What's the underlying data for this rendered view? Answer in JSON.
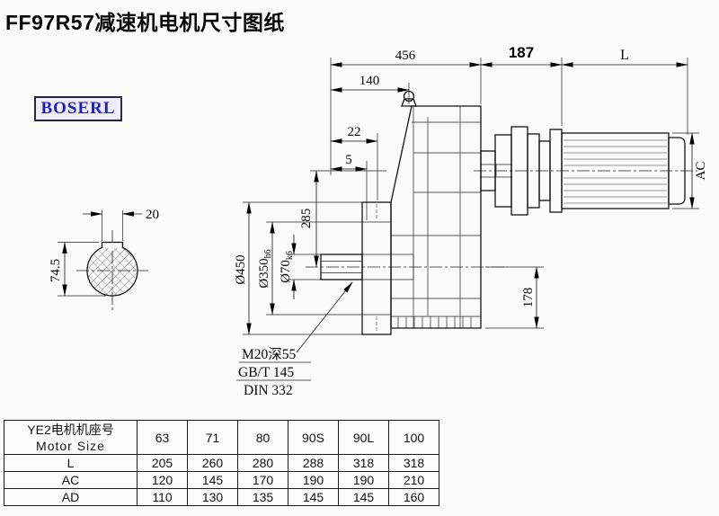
{
  "page": {
    "title": "FF97R57减速机电机尺寸图纸",
    "brand": "BOSERL",
    "brand_color": "#1c1cc8"
  },
  "drawing": {
    "dims": {
      "top_456": "456",
      "top_187": "187",
      "top_L": "L",
      "d140": "140",
      "d22": "22",
      "d5": "5",
      "d285": "285",
      "d178": "178",
      "dAC": "AC",
      "dia450": "Ø450",
      "dia350": "Ø350",
      "dia350_sub": "h6",
      "dia70": "Ø70",
      "dia70_sub": "k6",
      "key_w": "20",
      "key_h": "74.5",
      "note1": "M20深55",
      "note2": "GB/T 145",
      "note3": "DIN 332"
    }
  },
  "table": {
    "header": {
      "cn": "YE2电机机座号",
      "en": "Motor Size"
    },
    "sizes": [
      "63",
      "71",
      "80",
      "90S",
      "90L",
      "100"
    ],
    "rows": [
      {
        "label": "L",
        "values": [
          "205",
          "260",
          "280",
          "288",
          "318",
          "318"
        ]
      },
      {
        "label": "AC",
        "values": [
          "120",
          "145",
          "170",
          "190",
          "190",
          "210"
        ]
      },
      {
        "label": "AD",
        "values": [
          "110",
          "130",
          "135",
          "145",
          "145",
          "160"
        ]
      }
    ]
  }
}
